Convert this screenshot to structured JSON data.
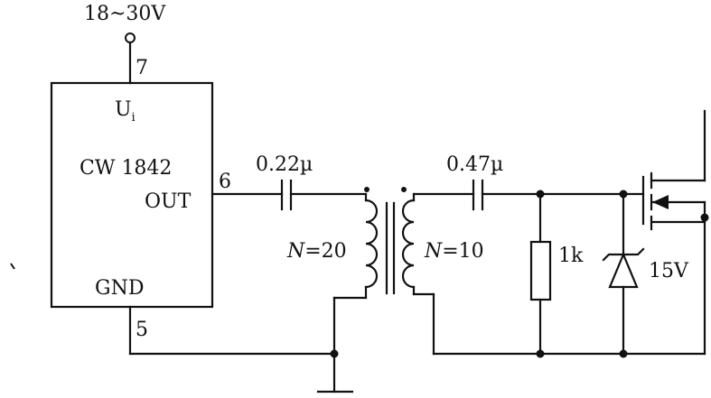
{
  "supply": {
    "voltage": "18~30V",
    "pin": "7"
  },
  "ic": {
    "input_label": "U",
    "input_sub": "i",
    "name": "CW 1842",
    "out_label": "OUT",
    "out_pin": "6",
    "gnd_label": "GND",
    "gnd_pin": "5"
  },
  "capacitors": {
    "c1": "0.22µ",
    "c2": "0.47µ"
  },
  "transformer": {
    "primary_n": "N",
    "primary_val": "=20",
    "secondary_n": "N",
    "secondary_val": "=10"
  },
  "resistor": {
    "value": "1k"
  },
  "zener": {
    "value": "15V"
  }
}
